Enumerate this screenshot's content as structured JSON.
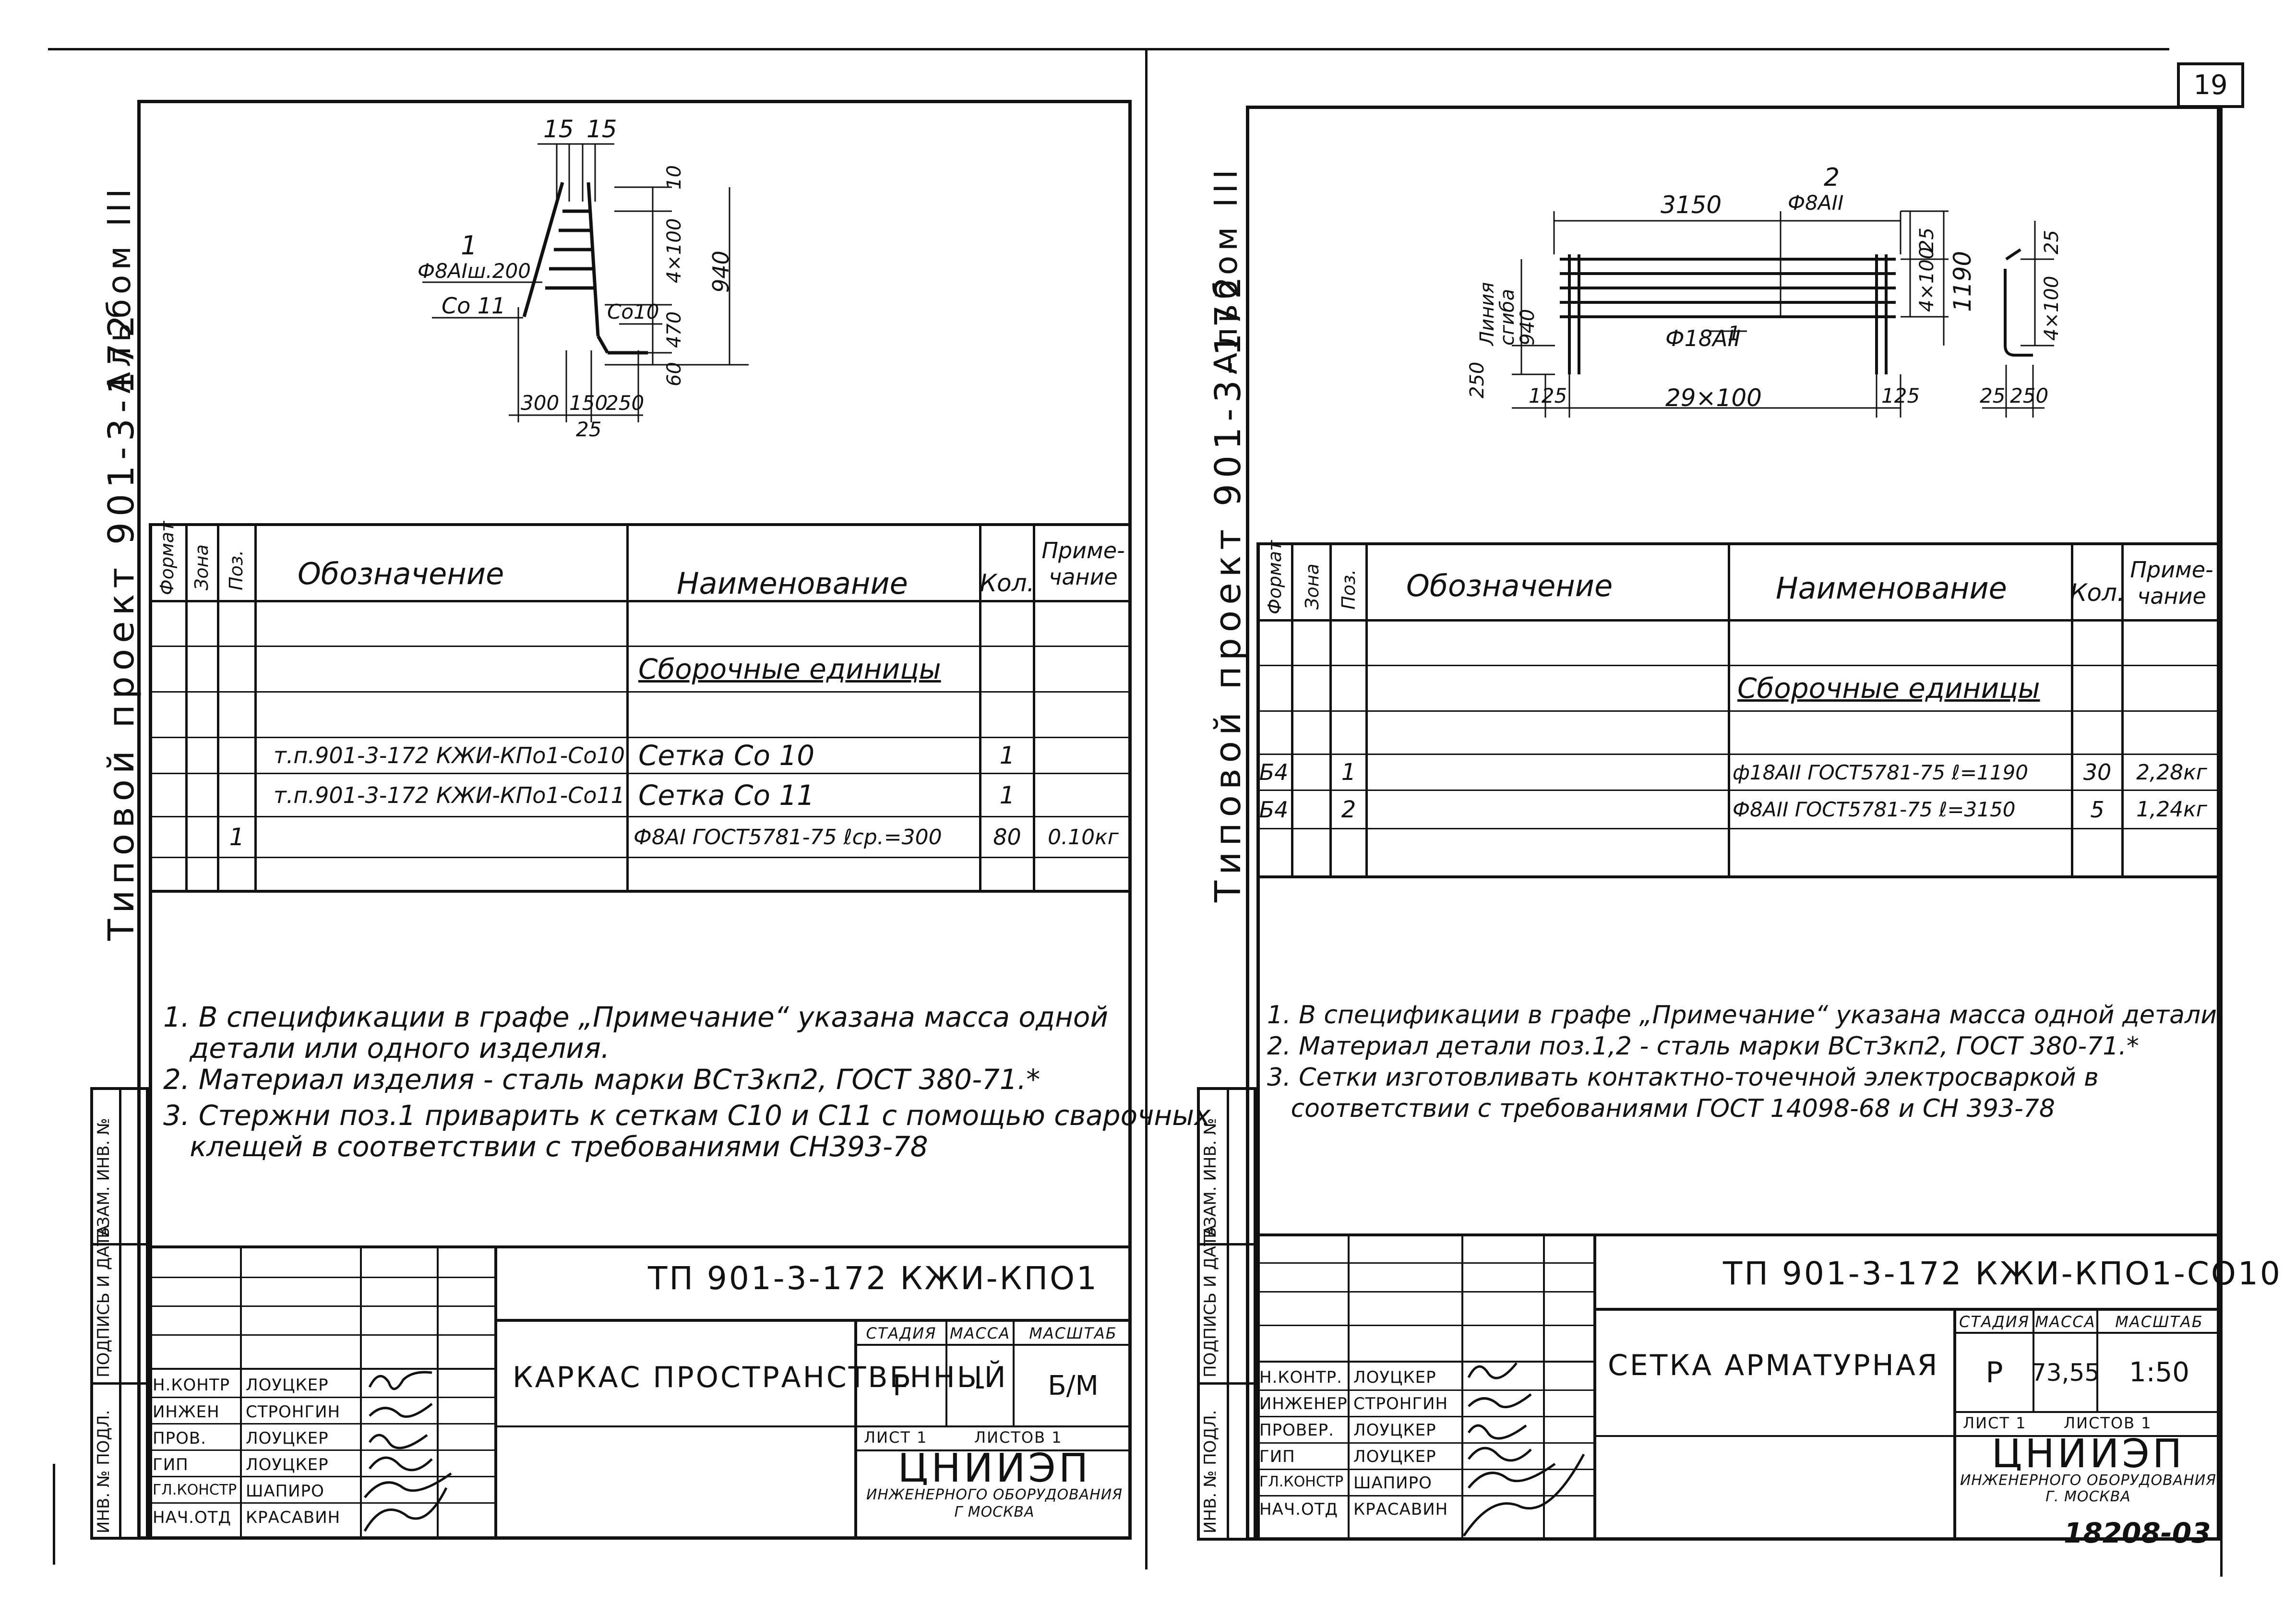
{
  "page_number": "19",
  "archive_number": "18208-03",
  "common": {
    "side_title": "Типовой проект 901-3-172",
    "album": "Альбом III",
    "binding": [
      "Инв. № подл.",
      "Подпись и дата",
      "Взам. инв. №"
    ],
    "headers": {
      "format": "Формат",
      "zone": "Зона",
      "pos": "Поз.",
      "designation": "Обозначение",
      "name": "Наименование",
      "qty": "Кол.",
      "note": "Приме-\nчание"
    },
    "section": "Сборочные единицы",
    "meta_labels": {
      "stage": "Стадия",
      "mass": "Масса",
      "scale": "Масштаб"
    }
  },
  "left": {
    "drawing": {
      "top_dims": [
        "15",
        "15"
      ],
      "pos_label": "1",
      "bar_label": "Ф8АIш.200",
      "co11": "Со 11",
      "co10": "Со10",
      "right_dims": [
        "10",
        "4×100",
        "470",
        "60"
      ],
      "overall": "940",
      "bottom_dims": [
        "300",
        "150",
        "250"
      ],
      "bottom_total": "25"
    },
    "rows": [
      {
        "format": "",
        "zone": "",
        "pos": "",
        "designation": "т.п.901-3-172 КЖИ-КПо1-Со10",
        "name": "Сетка Со 10",
        "qty": "1",
        "note": ""
      },
      {
        "format": "",
        "zone": "",
        "pos": "",
        "designation": "т.п.901-3-172 КЖИ-КПо1-Со11",
        "name": "Сетка Со 11",
        "qty": "1",
        "note": ""
      },
      {
        "format": "",
        "zone": "",
        "pos": "1",
        "designation": "",
        "name": "Ф8АI ГОСТ5781-75 ℓср.=300",
        "qty": "80",
        "note": "0.10кг"
      }
    ],
    "notes": [
      "1. В спецификации в графе „Примечание“ указана масса одной",
      "   детали или одного изделия.",
      "2. Материал изделия - сталь марки ВСт3кп2, ГОСТ 380-71.*",
      "3. Стержни поз.1 приварить к сеткам С10 и С11 с помощью сварочных",
      "   клещей в соответствии с требованиями СН393-78"
    ],
    "stamp": {
      "code": "ТП 901-3-172    КЖИ-КПо1",
      "title": "Каркас пространственный",
      "stage": "Р",
      "mass": "-",
      "scale": "Б/М",
      "sheet": "Лист 1",
      "sheets": "Листов 1",
      "org": "ЦНИИЭП",
      "org_sub": "инженерного оборудования",
      "city": "г Москва",
      "roles": [
        {
          "role": "Н.контр",
          "name": "Лоуцкер"
        },
        {
          "role": "Инжен",
          "name": "Стронгин"
        },
        {
          "role": "Пров.",
          "name": "Лоуцкер"
        },
        {
          "role": "ГИП",
          "name": "Лоуцкер"
        },
        {
          "role": "Гл.констр",
          "name": "Шапиро"
        },
        {
          "role": "Нач.отд",
          "name": "Красавин"
        }
      ]
    }
  },
  "right": {
    "drawing": {
      "pos2": "2",
      "top_dim": "3150",
      "top_bar": "Ф8АII",
      "left_vert": "Линия сгиба 940",
      "left_dim": "250",
      "bottom_left": "125",
      "bottom_mid": "29×100",
      "bottom_right": "125",
      "bar1": "Ф18АII",
      "pos1": "1",
      "side_dims": [
        "25",
        "4×100",
        "1190"
      ],
      "section_dims": [
        "25",
        "4×100"
      ],
      "section_bottom": [
        "25",
        "250"
      ]
    },
    "rows": [
      {
        "format": "Б4",
        "zone": "",
        "pos": "1",
        "designation": "ф18АII ГОСТ5781-75 ℓ=1190",
        "name": "",
        "qty": "30",
        "note": "2,28кг"
      },
      {
        "format": "Б4",
        "zone": "",
        "pos": "2",
        "designation": "Ф8АII ГОСТ5781-75 ℓ=3150",
        "name": "",
        "qty": "5",
        "note": "1,24кг"
      }
    ],
    "notes": [
      "1. В спецификации в графе „Примечание“ указана масса одной детали.",
      "2. Материал детали поз.1,2 - сталь марки ВСт3кп2, ГОСТ 380-71.*",
      "3. Сетки изготовливать контактно-точечной электросваркой в",
      "   соответствии с требованиями ГОСТ 14098-68 и СН 393-78"
    ],
    "stamp": {
      "code": "ТП 901-3-172    КЖИ-КПо1-Со10",
      "title": "Сетка арматурная",
      "stage": "Р",
      "mass": "73,55",
      "scale": "1:50",
      "sheet": "Лист 1",
      "sheets": "Листов 1",
      "org": "ЦНИИЭП",
      "org_sub": "инженерного оборудования",
      "city": "г. Москва",
      "roles": [
        {
          "role": "Н.контр.",
          "name": "Лоуцкер"
        },
        {
          "role": "Инженер",
          "name": "Стронгин"
        },
        {
          "role": "Провер.",
          "name": "Лоуцкер"
        },
        {
          "role": "ГИП",
          "name": "Лоуцкер"
        },
        {
          "role": "Гл.констр",
          "name": "Шапиро"
        },
        {
          "role": "Нач.отд",
          "name": "Красавин"
        }
      ]
    }
  }
}
